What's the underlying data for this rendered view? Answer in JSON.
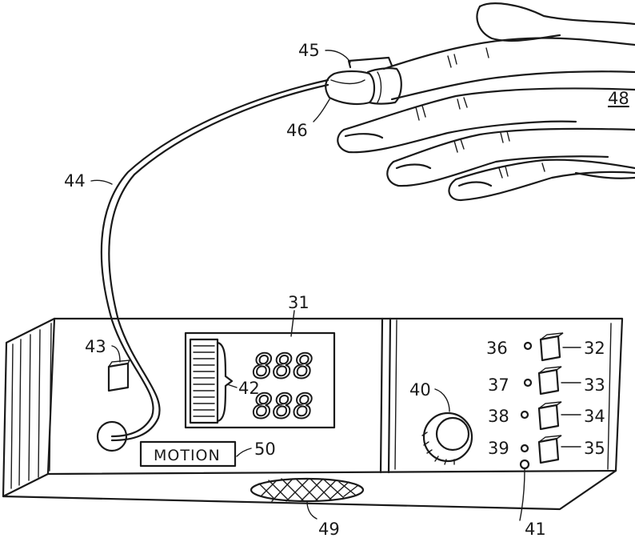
{
  "figure": {
    "motion_label": "MOTION",
    "display_rows": [
      "888",
      "888"
    ],
    "reference_numerals": {
      "r31": "31",
      "r32": "32",
      "r33": "33",
      "r34": "34",
      "r35": "35",
      "r36": "36",
      "r37": "37",
      "r38": "38",
      "r39": "39",
      "r40": "40",
      "r41": "41",
      "r42": "42",
      "r43": "43",
      "r44": "44",
      "r45": "45",
      "r46": "46",
      "r48": "48",
      "r49": "49",
      "r50": "50"
    }
  }
}
